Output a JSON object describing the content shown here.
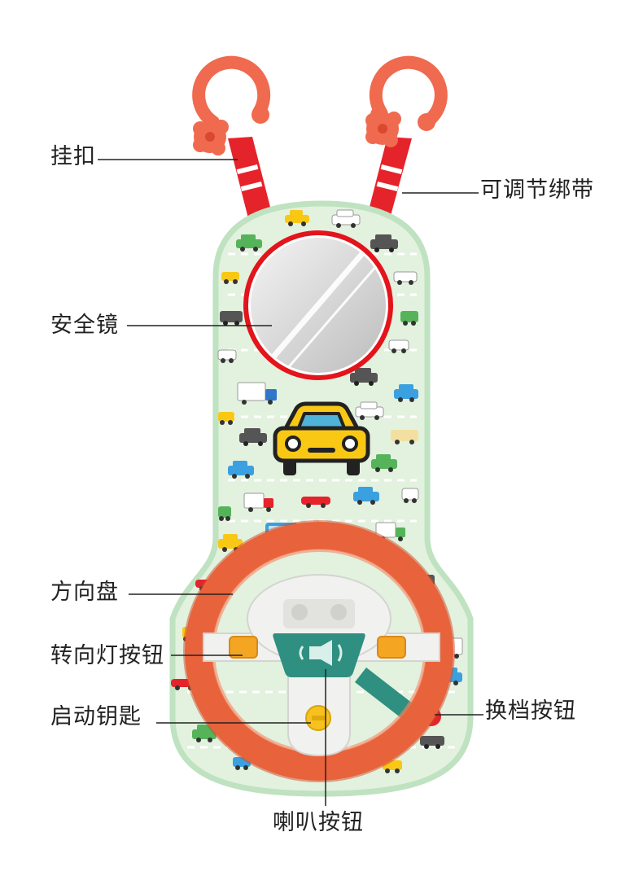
{
  "labels": {
    "hook": "挂扣",
    "strap": "可调节绑带",
    "mirror": "安全镜",
    "steering_wheel": "方向盘",
    "turn_signal_button": "转向灯按钮",
    "ignition_key": "启动钥匙",
    "gear_shift_button": "换档按钮",
    "horn_button": "喇叭按钮"
  },
  "colors": {
    "background": "#ffffff",
    "board_fill": "#e3f1df",
    "board_border": "#bfe2c0",
    "ring": "#f06a4f",
    "strap_red": "#e5232b",
    "mirror_rim": "#e3141b",
    "wheel_orange": "#e8623b",
    "hub_white": "#f1f1ef",
    "horn_teal": "#2f8f80",
    "signal_amber": "#f4a623",
    "key_yellow": "#f7c21e",
    "car_yellow": "#f8c815",
    "leader_line": "#222222"
  }
}
